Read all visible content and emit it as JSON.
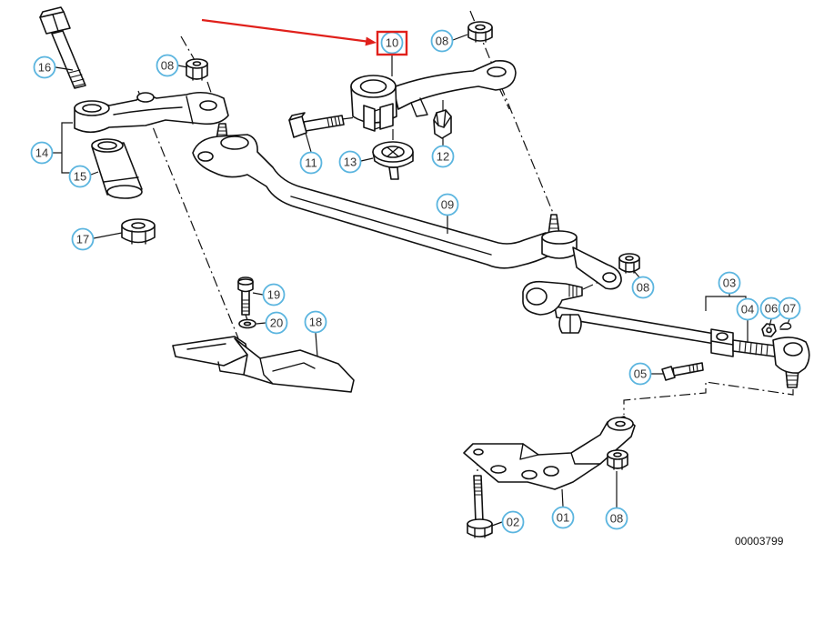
{
  "diagram": {
    "callouts": [
      {
        "label": "16"
      },
      {
        "label": "08"
      },
      {
        "label": "10",
        "highlighted": true
      },
      {
        "label": "08"
      },
      {
        "label": "14"
      },
      {
        "label": "15"
      },
      {
        "label": "17"
      },
      {
        "label": "11"
      },
      {
        "label": "13"
      },
      {
        "label": "12"
      },
      {
        "label": "09"
      },
      {
        "label": "08"
      },
      {
        "label": "03"
      },
      {
        "label": "04"
      },
      {
        "label": "06"
      },
      {
        "label": "07"
      },
      {
        "label": "19"
      },
      {
        "label": "20"
      },
      {
        "label": "18"
      },
      {
        "label": "05"
      },
      {
        "label": "02"
      },
      {
        "label": "01"
      },
      {
        "label": "08"
      }
    ],
    "drawing_number": "00003799",
    "colors": {
      "callout_ring": "#5bb5df",
      "highlight": "#e0201b",
      "line_art": "#111111",
      "callout_text": "#333333"
    }
  }
}
